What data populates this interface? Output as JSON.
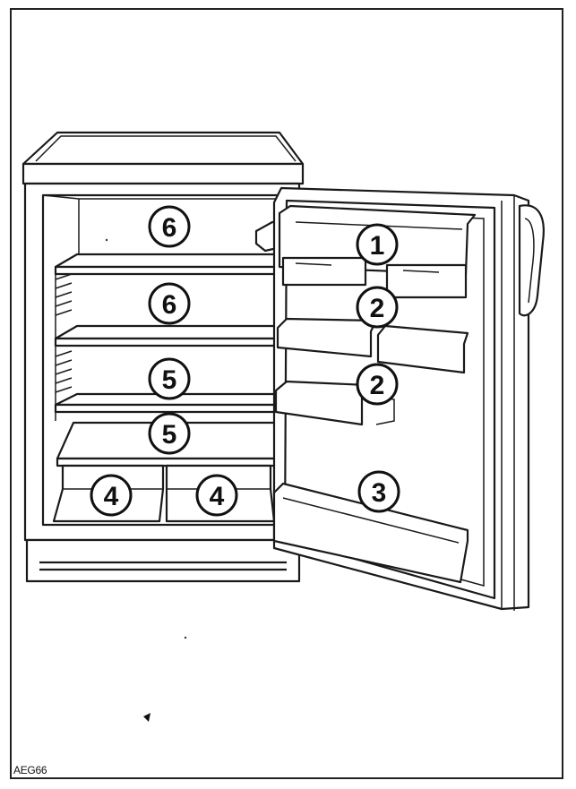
{
  "figure": {
    "code": "AEG66",
    "callouts": [
      {
        "id": "cabinet-top-shelf-1",
        "label": "6"
      },
      {
        "id": "cabinet-top-shelf-2",
        "label": "6"
      },
      {
        "id": "cabinet-shelf-1",
        "label": "5"
      },
      {
        "id": "cabinet-shelf-2",
        "label": "5"
      },
      {
        "id": "crisper-left",
        "label": "4"
      },
      {
        "id": "crisper-right",
        "label": "4"
      },
      {
        "id": "door-top-compartment",
        "label": "1"
      },
      {
        "id": "door-shelf-upper",
        "label": "2"
      },
      {
        "id": "door-shelf-lower",
        "label": "2"
      },
      {
        "id": "door-bottle-shelf",
        "label": "3"
      }
    ]
  }
}
